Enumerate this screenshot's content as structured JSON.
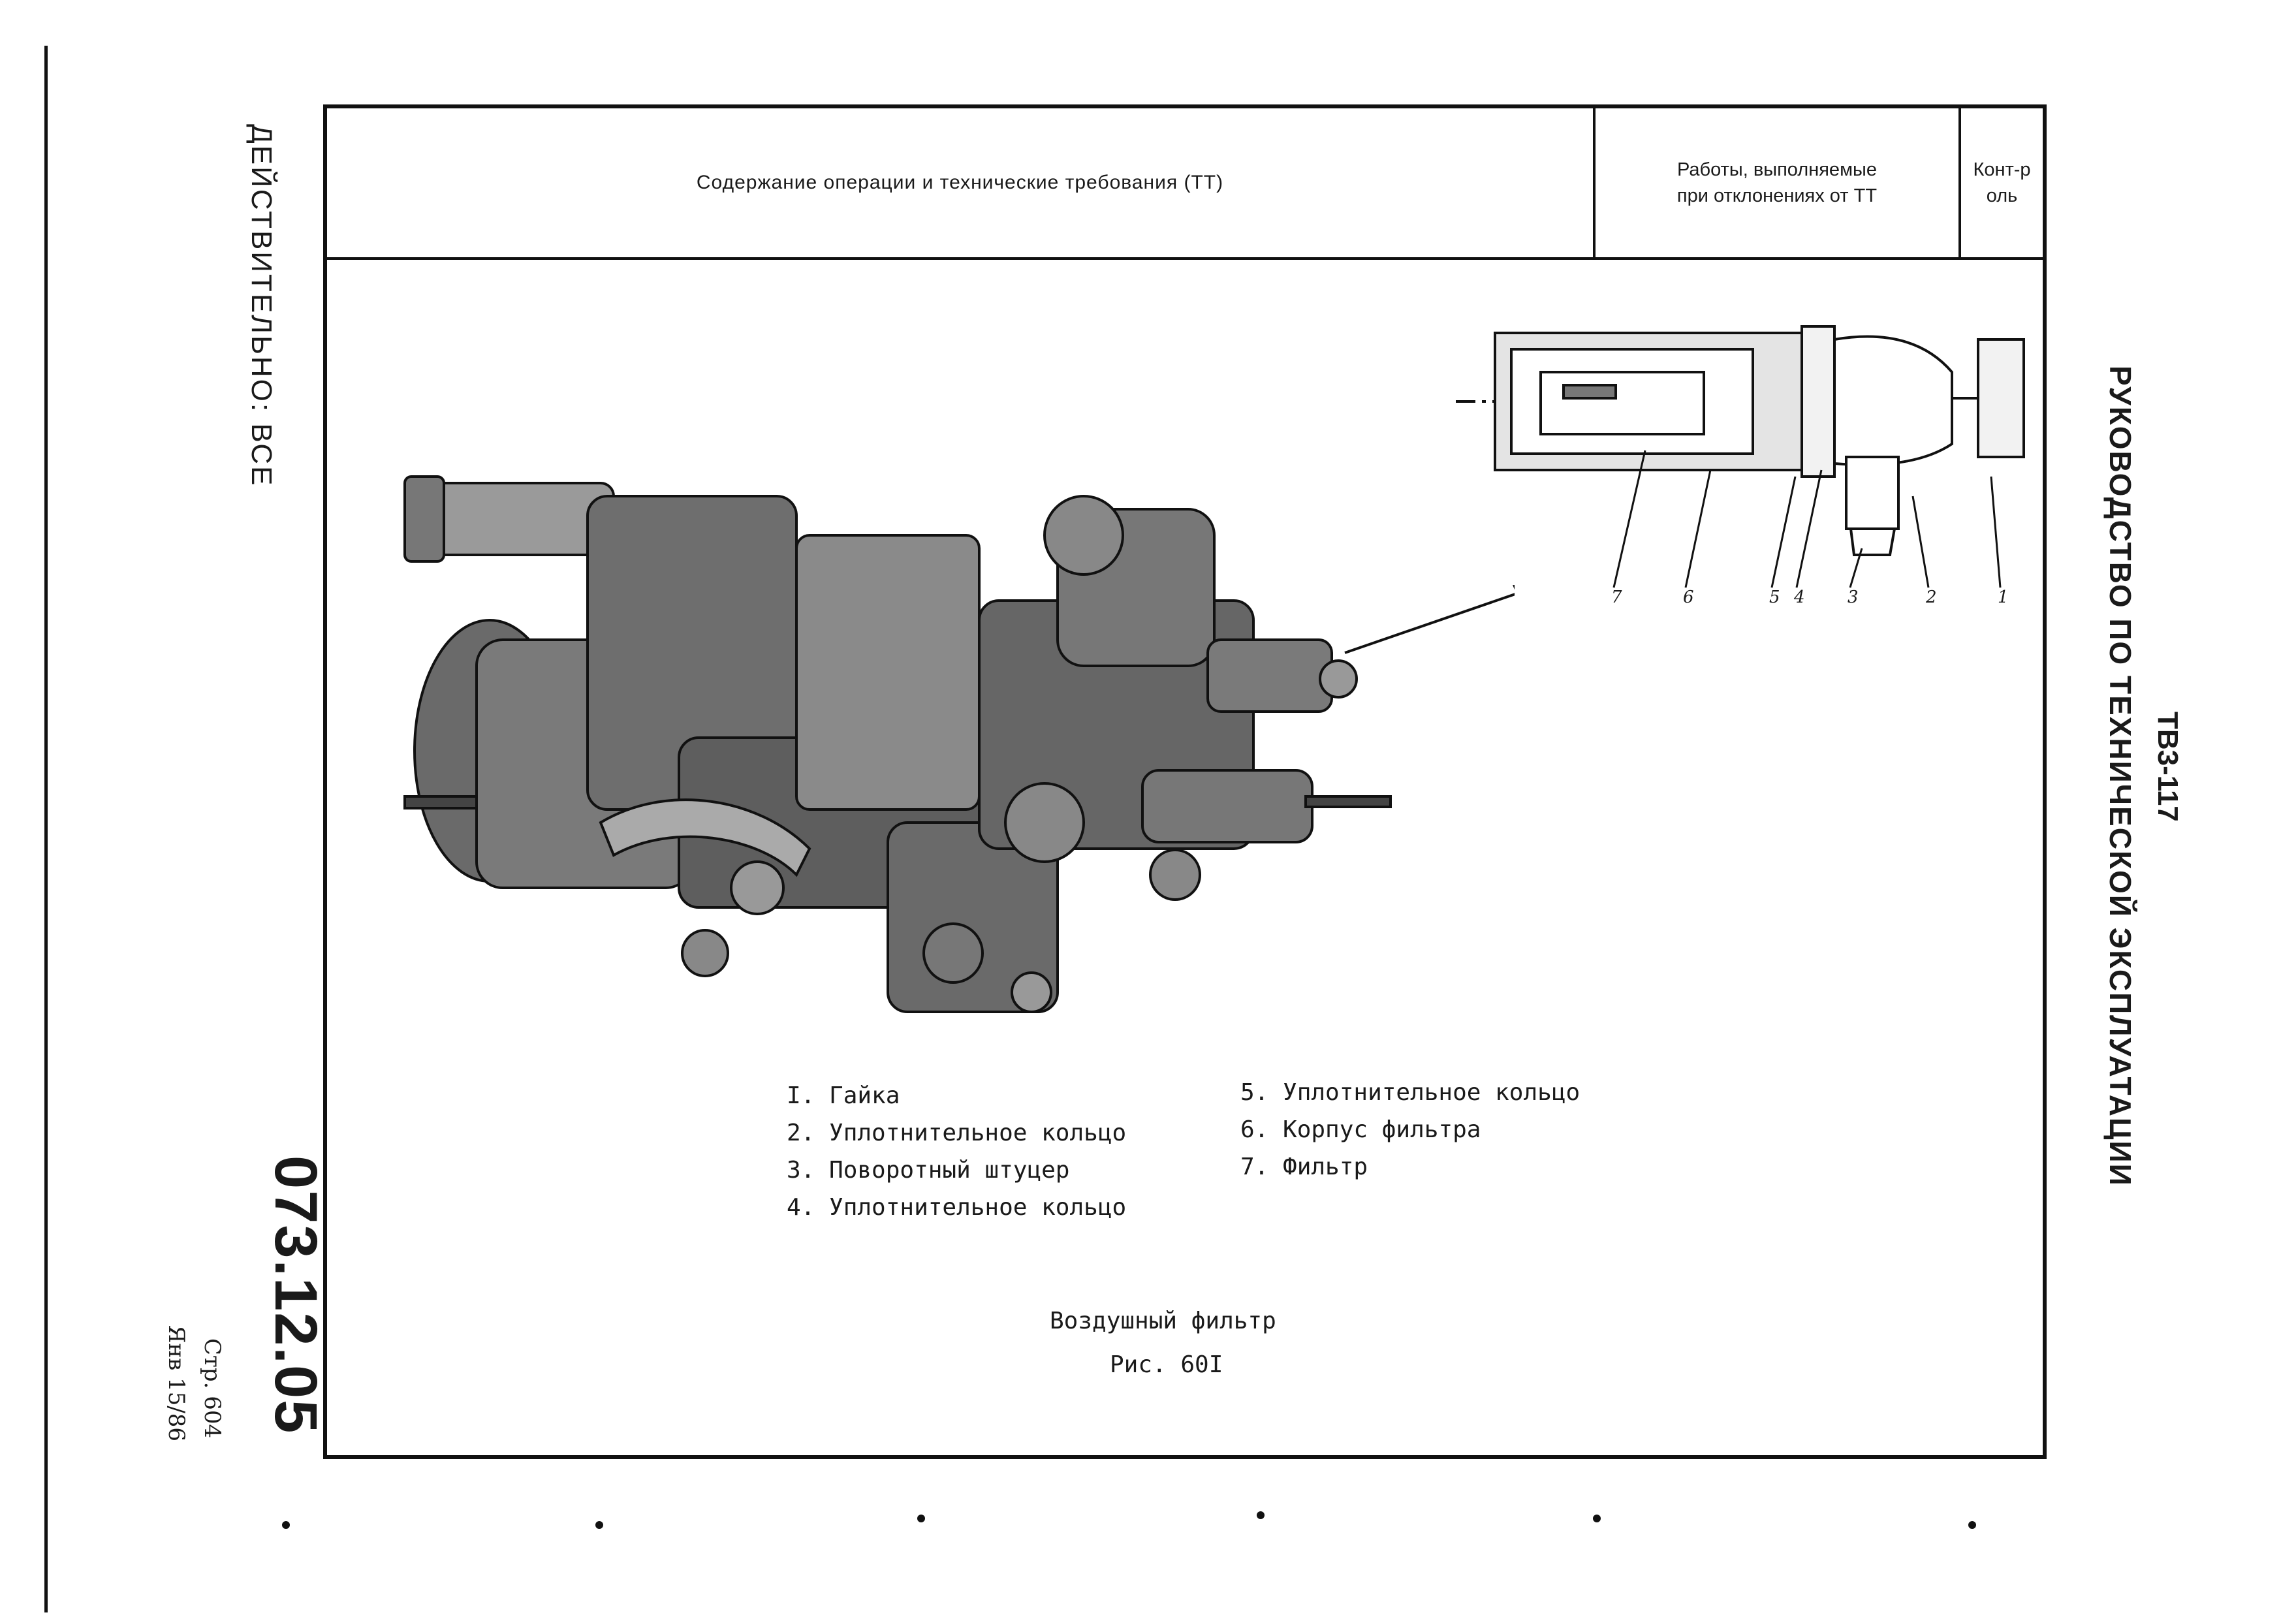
{
  "sidebar_left": {
    "validity": "ДЕЙСТВИТЕЛЬНО: ВСЕ",
    "doc_number": "073.12.05",
    "page": "Стр. 604",
    "date": "Янв 15/86"
  },
  "sidebar_right": {
    "manual_title": "РУКОВОДСТВО ПО ТЕХНИЧЕСКОЙ ЭКСПЛУАТАЦИИ",
    "engine": "ТВ3-117"
  },
  "table_header": {
    "content": "Содержание операции и технические требования (ТТ)",
    "works": "Работы, выполняемые при отклонениях от ТТ",
    "control": "Конт-роль"
  },
  "figure": {
    "callouts": [
      "7",
      "6",
      "5",
      "4",
      "3",
      "2",
      "1"
    ],
    "legend_left": [
      "I. Гайка",
      "2. Уплотнительное кольцо",
      "3. Поворотный штуцер",
      "4. Уплотнительное кольцо"
    ],
    "legend_right": [
      "5. Уплотнительное кольцо",
      "6. Корпус фильтра",
      "7. Фильтр"
    ],
    "title": "Воздушный фильтр",
    "number": "Рис. 60I"
  }
}
